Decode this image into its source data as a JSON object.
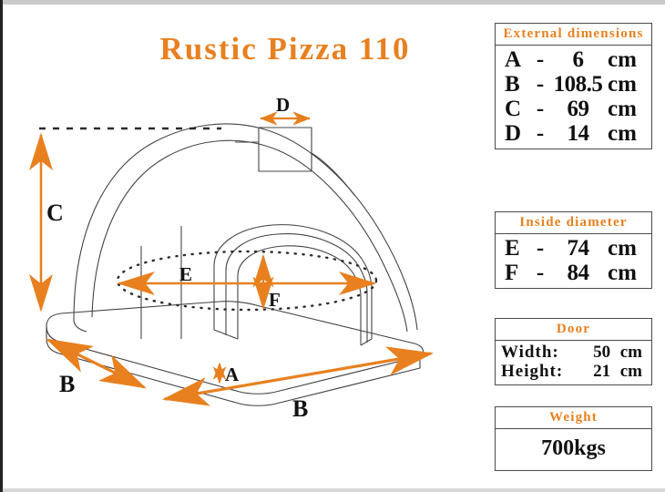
{
  "page": {
    "title": "Rustic Pizza 110",
    "accent_color": "#E8801F",
    "line_color": "#444444",
    "background": "#ffffff"
  },
  "diagram": {
    "labels": {
      "a": "A",
      "b_left": "B",
      "b_front": "B",
      "c": "C",
      "d": "D",
      "e": "E",
      "f": "F"
    },
    "parts": {
      "dome": "oven-dome",
      "chimney": "chimney",
      "arch_opening": "arch-door-opening",
      "base_slab": "base-slab",
      "floor_ellipse": "inside-floor-ellipse"
    }
  },
  "tables": {
    "external": {
      "title": "External dimensions",
      "rows": [
        {
          "key": "A",
          "dash": "-",
          "value": "6",
          "unit": "cm"
        },
        {
          "key": "B",
          "dash": "-",
          "value": "108.5",
          "unit": "cm"
        },
        {
          "key": "C",
          "dash": "-",
          "value": "69",
          "unit": "cm"
        },
        {
          "key": "D",
          "dash": "-",
          "value": "14",
          "unit": "cm"
        }
      ]
    },
    "inside": {
      "title": "Inside diameter",
      "rows": [
        {
          "key": "E",
          "dash": "-",
          "value": "74",
          "unit": "cm"
        },
        {
          "key": "F",
          "dash": "-",
          "value": "84",
          "unit": "cm"
        }
      ]
    },
    "door": {
      "title": "Door",
      "rows": [
        {
          "label": "Width:",
          "value": "50",
          "unit": "cm"
        },
        {
          "label": "Height:",
          "value": "21",
          "unit": "cm"
        }
      ]
    },
    "weight": {
      "title": "Weight",
      "value": "700kgs"
    }
  }
}
